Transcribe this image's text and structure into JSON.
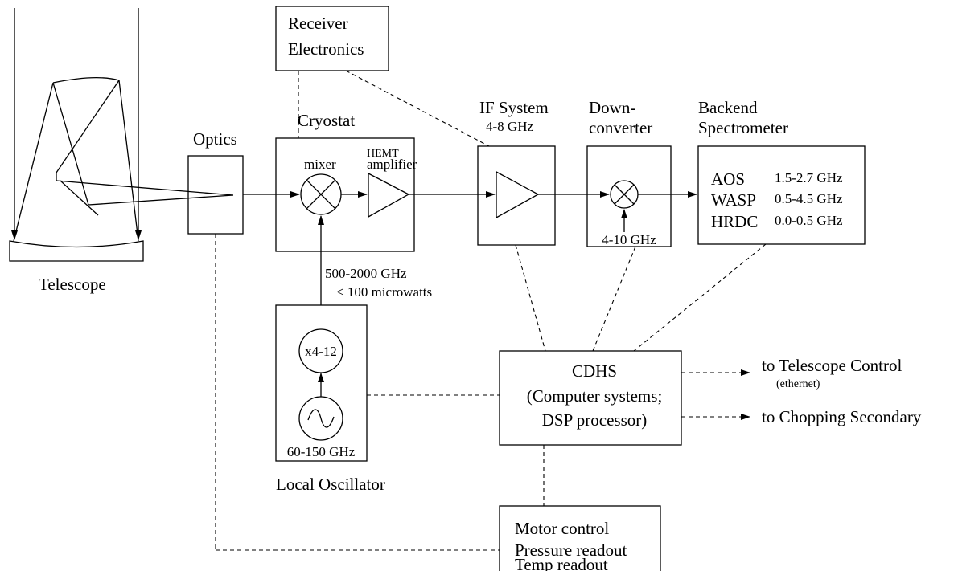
{
  "telescope": {
    "label": "Telescope"
  },
  "optics": {
    "label": "Optics"
  },
  "receiver_electronics": {
    "line1": "Receiver",
    "line2": "Electronics"
  },
  "cryostat": {
    "label": "Cryostat",
    "mixer_label": "mixer",
    "hemt_line1": "HEMT",
    "hemt_line2": "amplifier"
  },
  "lo_signal": {
    "line1": "500-2000 GHz",
    "line2": "< 100 microwatts"
  },
  "local_oscillator": {
    "label": "Local Oscillator",
    "multiplier": "x4-12",
    "source_range": "60-150 GHz"
  },
  "if_system": {
    "label": "IF System",
    "range": "4-8 GHz"
  },
  "downconverter": {
    "line1": "Down-",
    "line2": "converter",
    "lo_range": "4-10 GHz"
  },
  "backend": {
    "line1": "Backend",
    "line2": "Spectrometer",
    "spectrometers": [
      {
        "name": "AOS",
        "range": "1.5-2.7 GHz"
      },
      {
        "name": "WASP",
        "range": "0.5-4.5 GHz"
      },
      {
        "name": "HRDC",
        "range": "0.0-0.5 GHz"
      }
    ]
  },
  "cdhs": {
    "line1": "CDHS",
    "line2": "(Computer systems;",
    "line3": "DSP processor)"
  },
  "outputs": {
    "telescope_control": "to Telescope Control",
    "telescope_control_sub": "(ethernet)",
    "chopping": "to Chopping Secondary"
  },
  "motor_box": {
    "line1": "Motor control",
    "line2": "Pressure readout",
    "line3": "Temp readout"
  }
}
